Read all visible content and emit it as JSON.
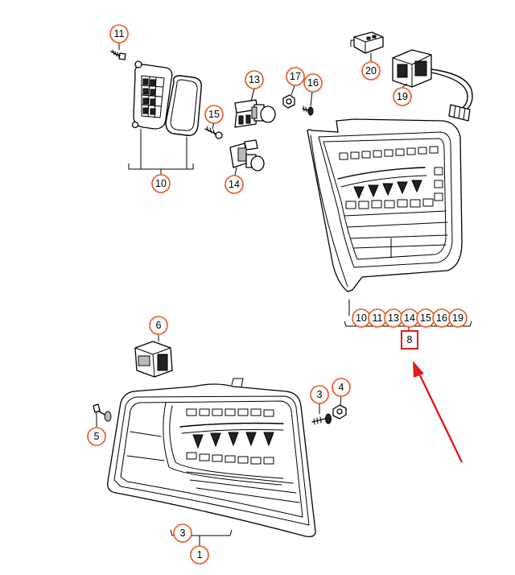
{
  "callouts": {
    "p11": "11",
    "p13": "13",
    "p17": "17",
    "p16": "16",
    "p20": "20",
    "p19": "19",
    "p15": "15",
    "p14": "14",
    "p10": "10",
    "p6": "6",
    "p3": "3",
    "p4": "4",
    "p5": "5",
    "p3b": "3",
    "p1": "1"
  },
  "assembly_group": {
    "refs": [
      "10",
      "11",
      "13",
      "14",
      "15",
      "16",
      "19"
    ],
    "highlighted": "8"
  },
  "colors": {
    "callout_ring": "#e8541e",
    "highlight": "#e21b1b"
  }
}
